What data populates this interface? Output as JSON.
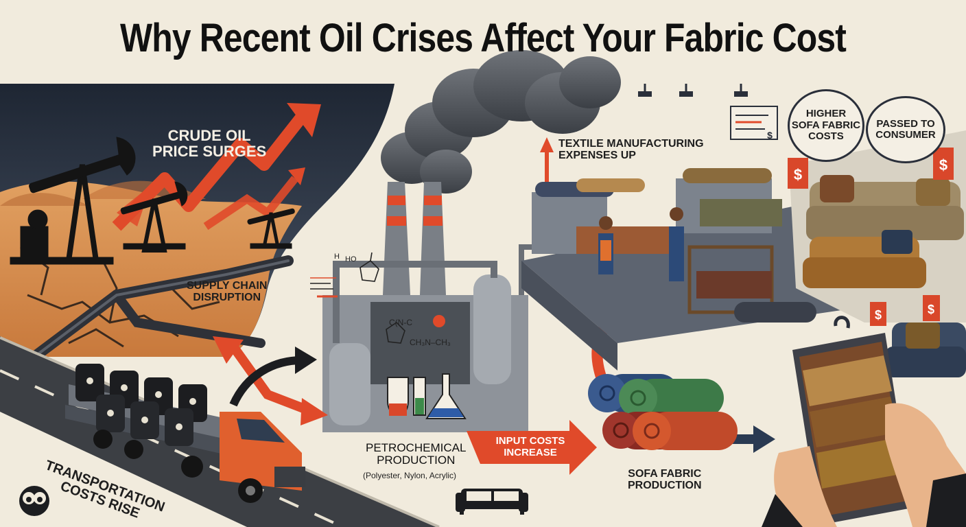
{
  "title": "Why Recent Oil Crises Affect Your Fabric Cost",
  "labels": {
    "crude_oil_line1": "CRUDE OIL",
    "crude_oil_line2": "PRICE SURGES",
    "supply_chain_line1": "SUPPLY CHAIN",
    "supply_chain_line2": "DISRUPTION",
    "transport_line1": "TRANSPORTATION",
    "transport_line2": "COSTS RISE",
    "petro_line1": "PETROCHEMICAL",
    "petro_line2": "PRODUCTION",
    "petro_sub": "(Polyester, Nylon, Acrylic)",
    "input_line1": "INPUT COSTS",
    "input_line2": "INCREASE",
    "textile_line1": "TEXTILE MANUFACTURING",
    "textile_line2": "EXPENSES UP",
    "higher_line1": "HIGHER",
    "higher_line2": "SOFA FABRIC",
    "higher_line3": "COSTS",
    "passed_line1": "PASSED TO",
    "passed_line2": "CONSUMER",
    "sofa_line1": "SOFA FABRIC",
    "sofa_line2": "PRODUCTION"
  },
  "chem": {
    "formula1": "C(N-C",
    "formula2": "CH₃N–CH₃",
    "formula3": "HO",
    "formula4": "H"
  },
  "price_tag_symbol": "$",
  "colors": {
    "background": "#f1ebdd",
    "sky_dark": "#2a3442",
    "desert": "#d8914c",
    "accent_red": "#e04a2a",
    "navy": "#2a2f3a"
  },
  "icons": [
    "oil-pump-icon",
    "oil-barrel-icon",
    "truck-icon",
    "factory-icon",
    "flask-icon",
    "sofa-icon",
    "price-tag-icon",
    "fabric-roll-icon",
    "logo-icon"
  ]
}
